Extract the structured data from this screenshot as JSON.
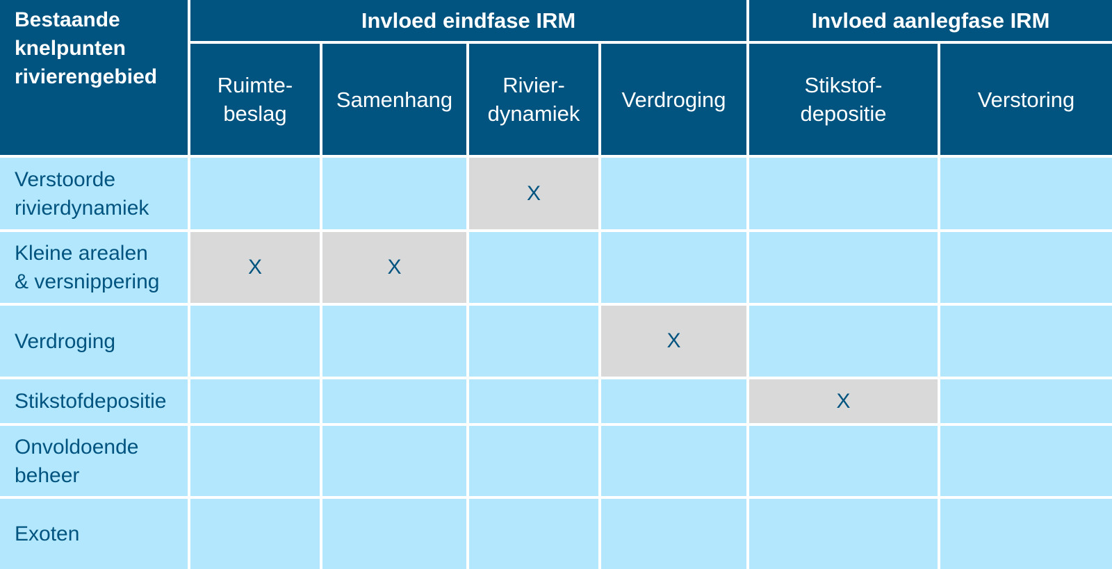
{
  "header": {
    "corner": "Bestaande\nknelpunten\nrivierengebied",
    "groups": [
      "Invloed eindfase IRM",
      "Invloed aanlegfase IRM"
    ],
    "columns": [
      "Ruimte-\nbeslag",
      "Samenhang",
      "Rivier-\ndynamiek",
      "Verdroging",
      "Stikstof-\ndepositie",
      "Verstoring"
    ]
  },
  "rows": [
    {
      "label": "Verstoorde\nrivierdynamiek",
      "cells": [
        "",
        "",
        "X",
        "",
        "",
        ""
      ]
    },
    {
      "label": "Kleine arealen\n& versnippering",
      "cells": [
        "X",
        "X",
        "",
        "",
        "",
        ""
      ]
    },
    {
      "label": "Verdroging",
      "cells": [
        "",
        "",
        "",
        "X",
        "",
        ""
      ]
    },
    {
      "label": "Stikstofdepositie",
      "cells": [
        "",
        "",
        "",
        "",
        "X",
        ""
      ]
    },
    {
      "label": "Onvoldoende\nbeheer",
      "cells": [
        "",
        "",
        "",
        "",
        "",
        ""
      ]
    },
    {
      "label": "Exoten",
      "cells": [
        "",
        "",
        "",
        "",
        "",
        ""
      ]
    }
  ],
  "colors": {
    "header": "#01547f",
    "cell": "#b3e7fd",
    "marked": "#d9d9d9"
  }
}
